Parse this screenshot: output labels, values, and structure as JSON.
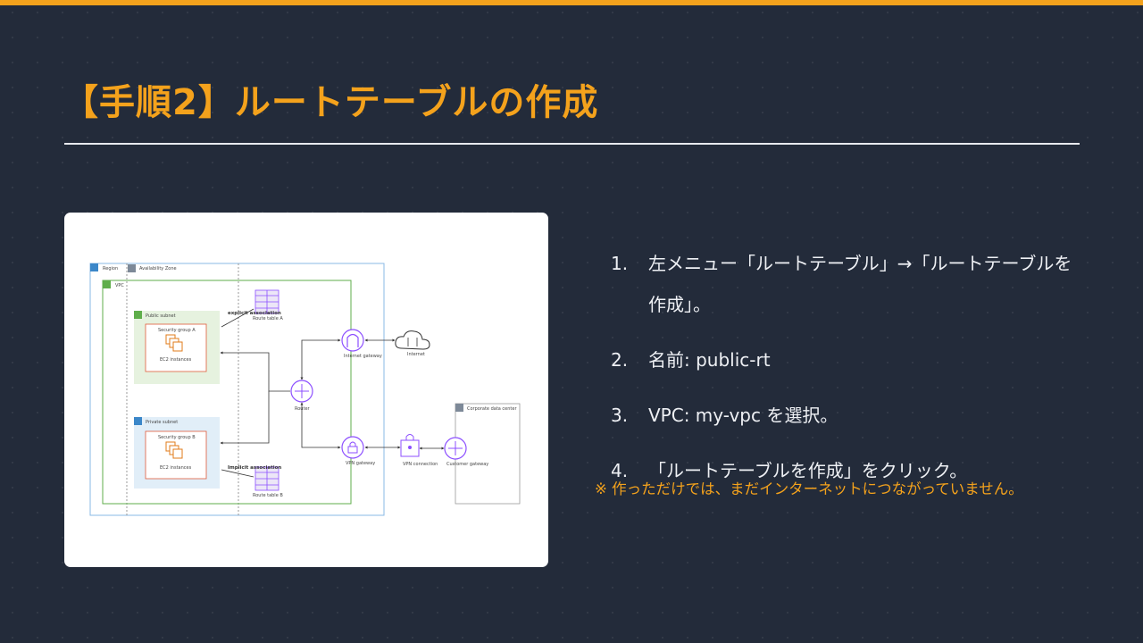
{
  "slide": {
    "title": "【手順2】ルートテーブルの作成",
    "accent_color": "#f4a21c",
    "background_color": "#232b3a"
  },
  "steps": [
    {
      "number": "1.",
      "text": "左メニュー「ルートテーブル」→「ルートテーブルを作成」。"
    },
    {
      "number": "2.",
      "text": "名前: public-rt"
    },
    {
      "number": "3.",
      "text": "VPC: my-vpc を選択。"
    },
    {
      "number": "4.",
      "text": "「ルートテーブルを作成」をクリック。"
    }
  ],
  "note": "※ 作っただけでは、まだインターネットにつながっていません。",
  "diagram": {
    "region": "Region",
    "availability_zone": "Availability Zone",
    "vpc": "VPC",
    "public_subnet": "Public subnet",
    "security_group_a": "Security group A",
    "ec2_instances_a": "EC2 instances",
    "private_subnet": "Private subnet",
    "security_group_b": "Security group B",
    "ec2_instances_b": "EC2 instances",
    "explicit_association": "explicit association",
    "implicit_association": "Implicit association",
    "route_table_a": "Route table A",
    "route_table_b": "Route table B",
    "router": "Router",
    "internet_gateway": "Internet gateway",
    "internet": "Internet",
    "vpn_gateway": "VPN gateway",
    "vpn_connection": "VPN connection",
    "customer_gateway": "Customer gateway",
    "corporate_data_center": "Corporate data center"
  }
}
